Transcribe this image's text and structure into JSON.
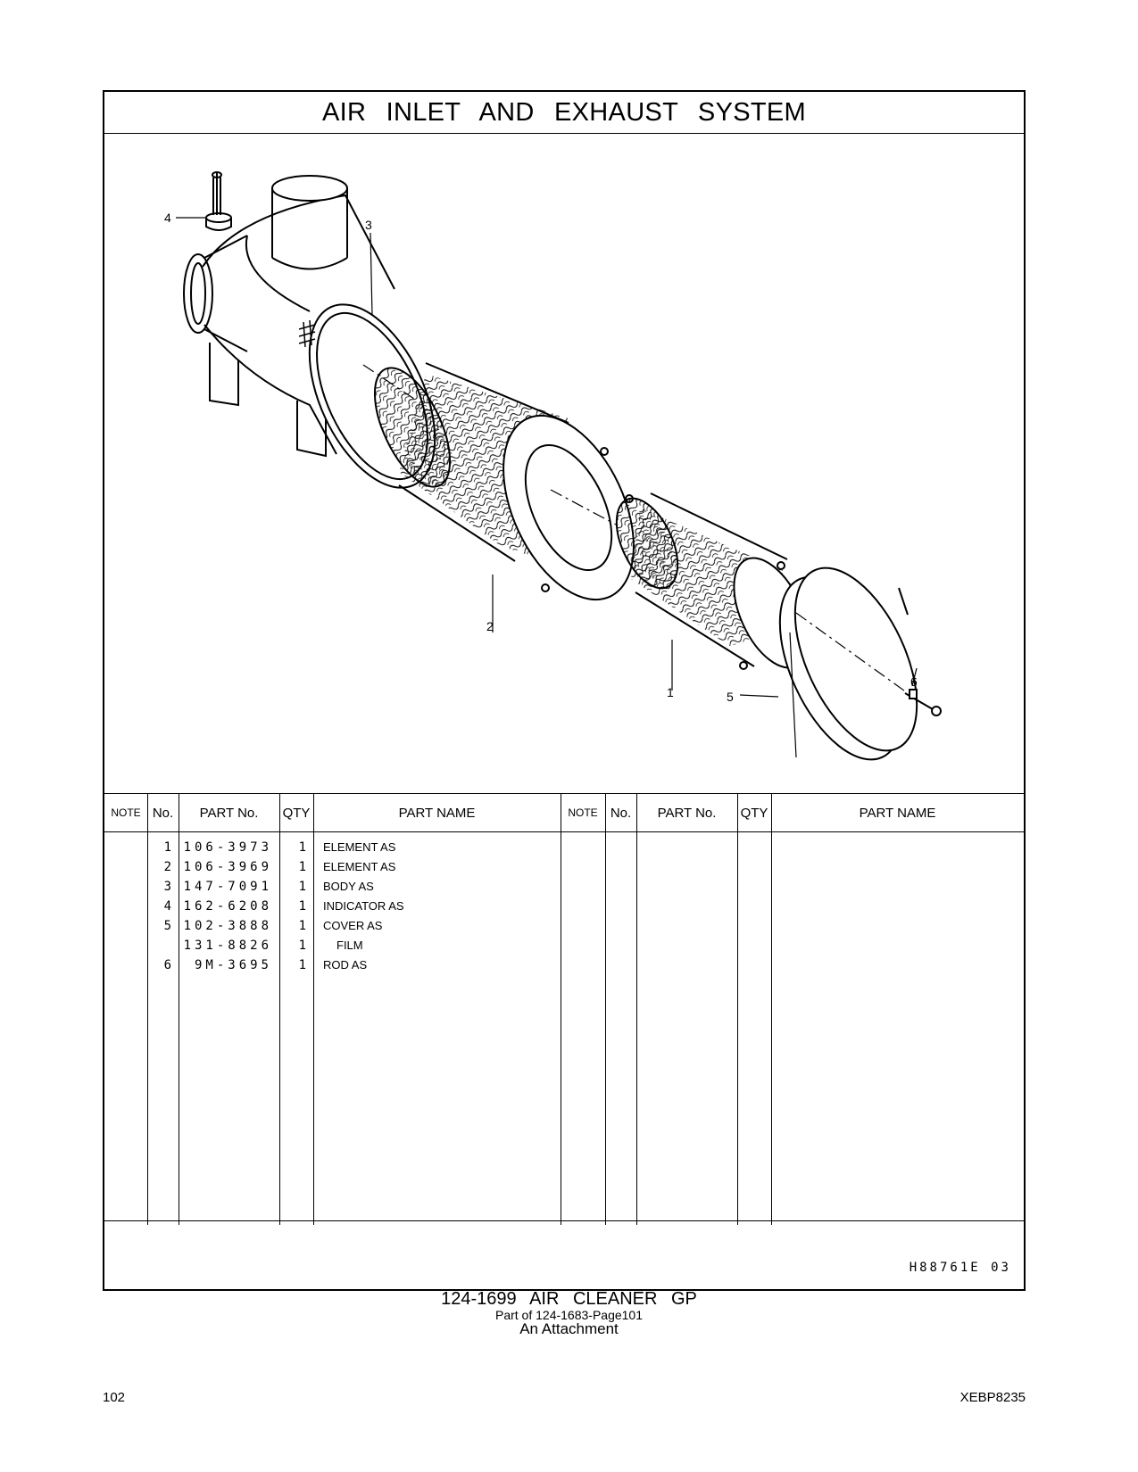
{
  "header": {
    "title": "AIR  INLET  AND  EXHAUST  SYSTEM"
  },
  "callouts": [
    "1",
    "2",
    "3",
    "4",
    "5",
    "6"
  ],
  "table": {
    "headers": {
      "note": "NOTE",
      "no": "No.",
      "part_no": "PART No.",
      "qty": "QTY",
      "part_name": "PART NAME",
      "note2": "NOTE",
      "no2": "No.",
      "part_no2": "PART No.",
      "qty2": "QTY",
      "part_name2": "PART NAME"
    },
    "rows": [
      {
        "no": "1",
        "part_no": "106-3973",
        "qty": "1",
        "name": "ELEMENT  AS"
      },
      {
        "no": "2",
        "part_no": "106-3969",
        "qty": "1",
        "name": "ELEMENT  AS"
      },
      {
        "no": "3",
        "part_no": "147-7091",
        "qty": "1",
        "name": "BODY  AS"
      },
      {
        "no": "4",
        "part_no": "162-6208",
        "qty": "1",
        "name": "INDICATOR  AS"
      },
      {
        "no": "5",
        "part_no": "102-3888",
        "qty": "1",
        "name": "COVER  AS"
      },
      {
        "no": "",
        "part_no": "131-8826",
        "qty": "1",
        "name": "FILM"
      },
      {
        "no": "6",
        "part_no": "9M-3695",
        "qty": "1",
        "name": "ROD  AS"
      }
    ]
  },
  "drawing_number": "H88761E   03",
  "footer": {
    "group_title": "124-1699  AIR  CLEANER  GP",
    "part_of": "Part of 124-1683-Page101",
    "attachment": "An Attachment",
    "page_number": "102",
    "doc_code": "XEBP8235"
  }
}
